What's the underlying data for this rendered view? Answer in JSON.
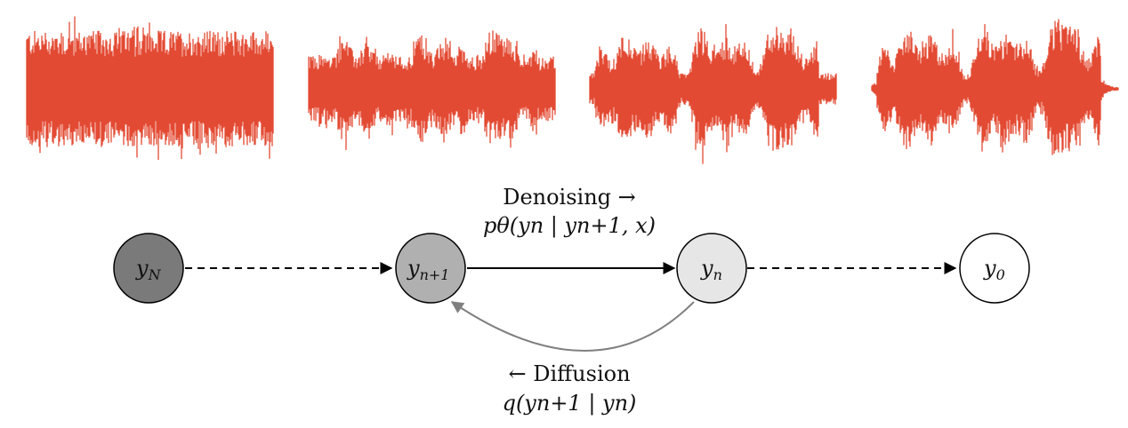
{
  "colors": {
    "waveform": "#e34a33",
    "node_fills": [
      "#7a7a7a",
      "#b0b0b0",
      "#e6e6e6",
      "#ffffff"
    ],
    "denoise_arrow": "#000000",
    "diffusion_arrow": "#808080"
  },
  "waveforms": [
    {
      "noise_level": 1.0
    },
    {
      "noise_level": 0.55
    },
    {
      "noise_level": 0.25
    },
    {
      "noise_level": 0.0
    }
  ],
  "nodes": [
    {
      "var": "y",
      "sub": "N"
    },
    {
      "var": "y",
      "sub": "n+1"
    },
    {
      "var": "y",
      "sub": "n"
    },
    {
      "var": "y",
      "sub": "0"
    }
  ],
  "denoising": {
    "title": "Denoising →",
    "formula": "pθ(yn | yn+1, x)"
  },
  "diffusion": {
    "title": "← Diffusion",
    "formula": "q(yn+1 | yn)"
  }
}
